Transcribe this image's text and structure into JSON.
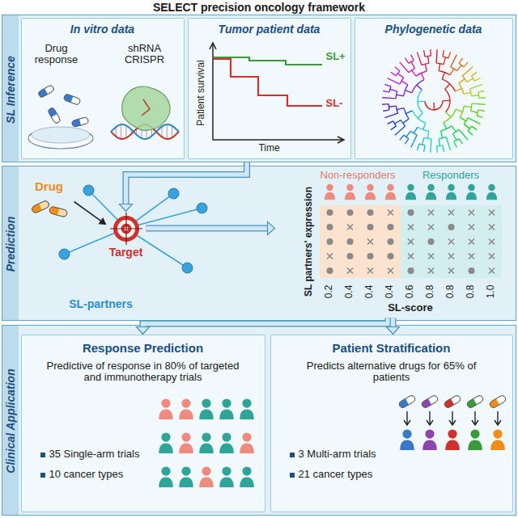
{
  "diagram": {
    "title": "SELECT precision oncology framework",
    "nodes": [
      {
        "text": [
          "SL Inference"
        ]
      },
      {
        "text": [
          "In vitro data",
          "Drug response",
          "shRNA CRISPR"
        ],
        "in": 0
      },
      {
        "text": [
          "Tumor patient data",
          "SL+",
          "SL-",
          "Patient survival",
          "Time"
        ],
        "in": 0
      },
      {
        "text": [
          "Phylogenetic data"
        ],
        "in": 0
      },
      {
        "text": [
          "Prediction"
        ]
      },
      {
        "text": [
          "Drug"
        ],
        "in": 4
      },
      {
        "text": [
          "Target"
        ],
        "in": 4
      },
      {
        "text": [
          "SL-partners"
        ],
        "in": 4
      },
      {
        "text": [
          "Non-responders",
          "Responders",
          "SL partners' expression",
          "SL-score",
          "0.2",
          "0.4",
          "0.4",
          "0.4",
          "0.6",
          "0.8",
          "0.8",
          "0.8",
          "1.0"
        ],
        "in": 4
      },
      {
        "text": [
          "Clinical Application"
        ]
      },
      {
        "text": [
          "Response Prediction",
          "Predictive of response in 80% of targeted and immunotherapy trials",
          "35 Single-arm trials",
          "10 cancer types"
        ],
        "in": 9
      },
      {
        "text": [
          "Patient Stratification",
          "Predicts alternative drugs for 65% of patients",
          "3 Multi-arm trials",
          "21 cancer types"
        ],
        "in": 9
      }
    ],
    "edges": [
      {
        "from": 0,
        "to": 6,
        "arrow": "to"
      },
      {
        "from": 5,
        "to": 6,
        "arrow": "to"
      },
      {
        "from": 6,
        "to": 8,
        "arrow": "to"
      },
      {
        "from": 8,
        "to": 10,
        "arrow": "to"
      },
      {
        "from": 8,
        "to": 11,
        "arrow": "to"
      }
    ]
  }
}
